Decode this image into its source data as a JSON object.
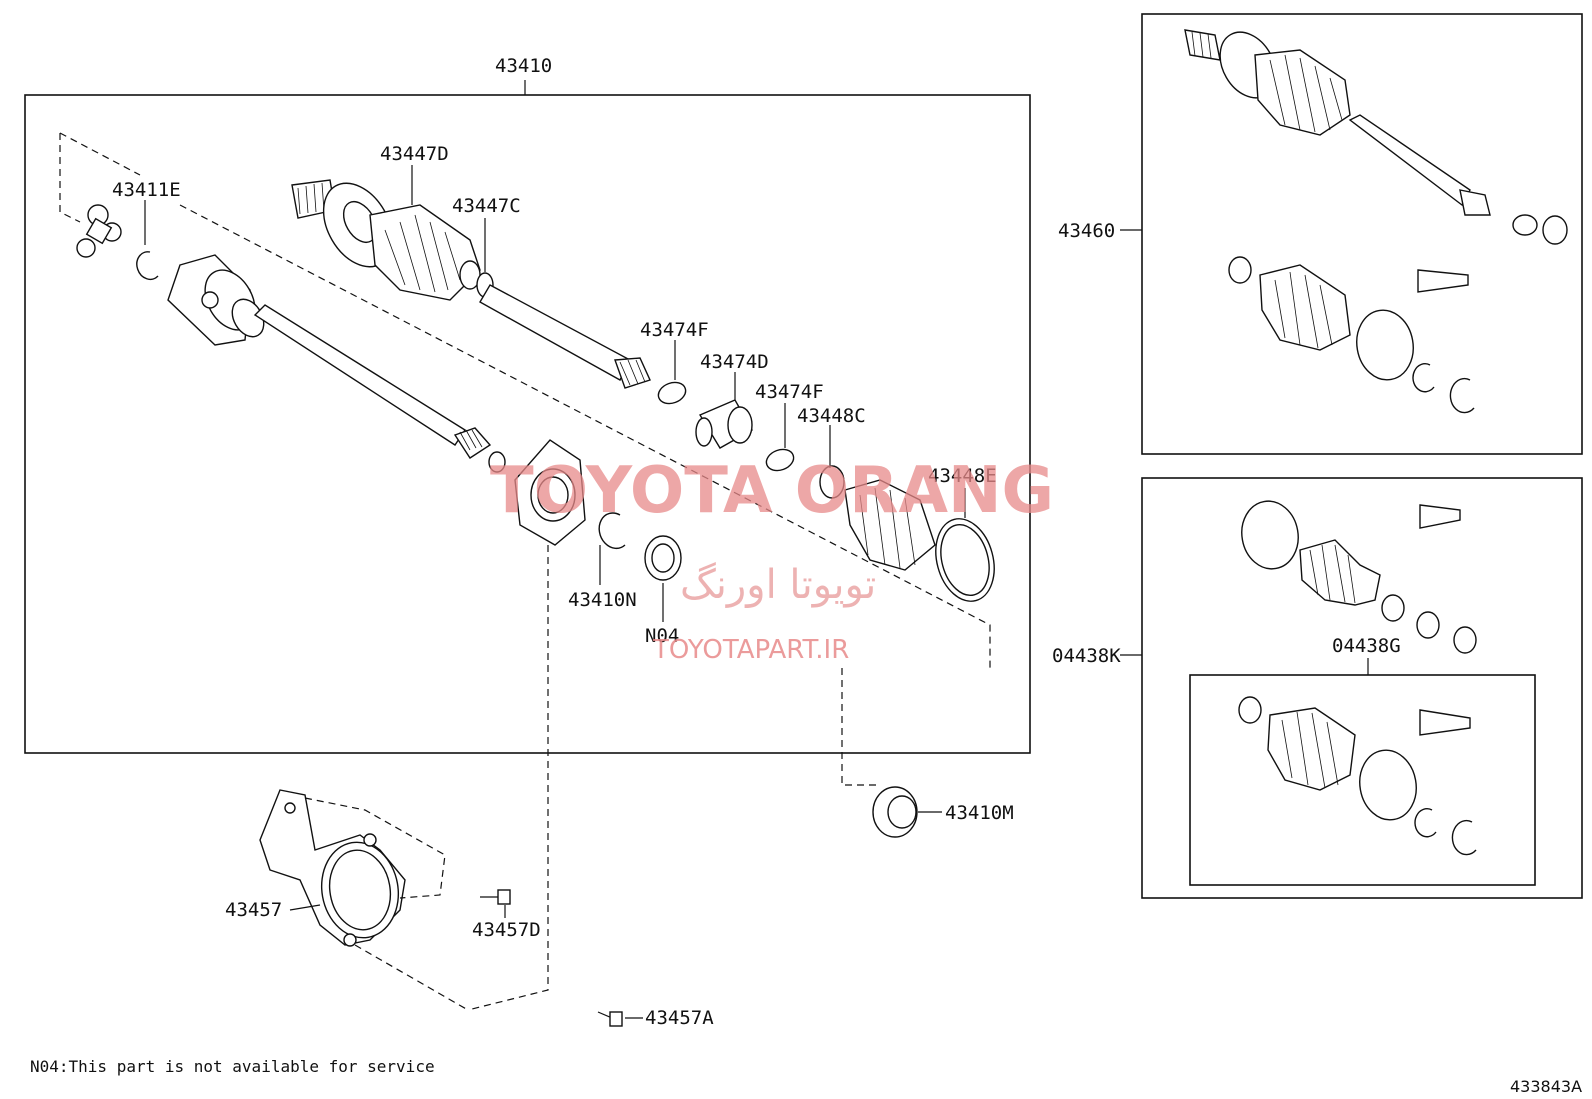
{
  "labels": {
    "main_assembly": "43410",
    "tripod": "43411E",
    "outer_joint": "43447D",
    "outer_boot_clamp": "43447C",
    "clamp_f1": "43474F",
    "damper": "43474D",
    "clamp_f2": "43474F",
    "inner_clamp_small": "43448C",
    "inner_clamp_large": "43448E",
    "snap_ring": "43410N",
    "dust_seal": "N04",
    "bearing_seal": "43410M",
    "bracket": "43457",
    "bracket_bolt": "43457D",
    "bracket_bolt_2": "43457A",
    "boot_kit_outer": "43460",
    "boot_kit_inner": "04438K",
    "boot_kit_inner_sub": "04438G"
  },
  "note": "N04:This part is not available for service",
  "diagram_code": "433843A",
  "watermark": {
    "brand": "TOYOTA ORANG",
    "persian": "تویوتا اورنگ",
    "url": "TOYOTAPART.IR"
  }
}
